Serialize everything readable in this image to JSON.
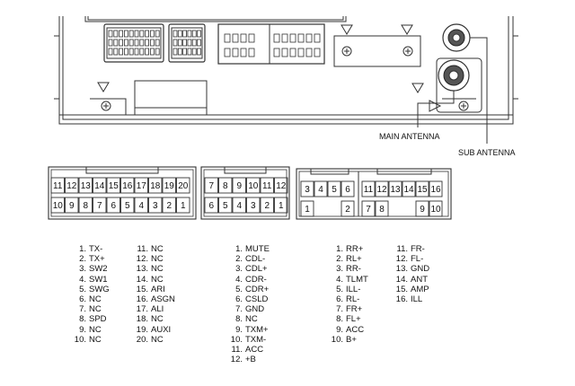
{
  "antenna_labels": {
    "main": "MAIN ANTENNA",
    "sub": "SUB ANTENNA"
  },
  "connectors": [
    {
      "id": "conn-a",
      "top_row": [
        "11",
        "12",
        "13",
        "14",
        "15",
        "16",
        "17",
        "18",
        "19",
        "20"
      ],
      "bottom_row": [
        "10",
        "9",
        "8",
        "7",
        "6",
        "5",
        "4",
        "3",
        "2",
        "1"
      ]
    },
    {
      "id": "conn-b",
      "top_row": [
        "7",
        "8",
        "9",
        "10",
        "11",
        "12"
      ],
      "bottom_row": [
        "6",
        "5",
        "4",
        "3",
        "2",
        "1"
      ]
    },
    {
      "id": "conn-c",
      "top_row": [
        "3",
        "4",
        "5",
        "6"
      ],
      "bottom_row": [
        "1",
        "2"
      ]
    },
    {
      "id": "conn-d",
      "top_row": [
        "11",
        "12",
        "13",
        "14",
        "15",
        "16"
      ],
      "bottom_row": [
        "7",
        "8",
        "9",
        "10"
      ]
    }
  ],
  "pin_lists": [
    {
      "group": "conn-a",
      "pins": [
        {
          "n": "1.",
          "s": "TX-"
        },
        {
          "n": "2.",
          "s": "TX+"
        },
        {
          "n": "3.",
          "s": "SW2"
        },
        {
          "n": "4.",
          "s": "SW1"
        },
        {
          "n": "5.",
          "s": "SWG"
        },
        {
          "n": "6.",
          "s": "NC"
        },
        {
          "n": "7.",
          "s": "NC"
        },
        {
          "n": "8.",
          "s": "SPD"
        },
        {
          "n": "9.",
          "s": "NC"
        },
        {
          "n": "10.",
          "s": "NC"
        }
      ]
    },
    {
      "group": "conn-a-b",
      "pins": [
        {
          "n": "11.",
          "s": "NC"
        },
        {
          "n": "12.",
          "s": "NC"
        },
        {
          "n": "13.",
          "s": "NC"
        },
        {
          "n": "14.",
          "s": "NC"
        },
        {
          "n": "15.",
          "s": "ARI"
        },
        {
          "n": "16.",
          "s": "ASGN"
        },
        {
          "n": "17.",
          "s": "ALI"
        },
        {
          "n": "18.",
          "s": "NC"
        },
        {
          "n": "19.",
          "s": "AUXI"
        },
        {
          "n": "20.",
          "s": "NC"
        }
      ]
    },
    {
      "group": "conn-b",
      "pins": [
        {
          "n": "1.",
          "s": "MUTE"
        },
        {
          "n": "2.",
          "s": "CDL-"
        },
        {
          "n": "3.",
          "s": "CDL+"
        },
        {
          "n": "4.",
          "s": "CDR-"
        },
        {
          "n": "5.",
          "s": "CDR+"
        },
        {
          "n": "6.",
          "s": "CSLD"
        },
        {
          "n": "7.",
          "s": "GND"
        },
        {
          "n": "8.",
          "s": "NC"
        },
        {
          "n": "9.",
          "s": "TXM+"
        },
        {
          "n": "10.",
          "s": "TXM-"
        },
        {
          "n": "11.",
          "s": "ACC"
        },
        {
          "n": "12.",
          "s": "+B"
        }
      ]
    },
    {
      "group": "conn-c",
      "pins": [
        {
          "n": "1.",
          "s": "RR+"
        },
        {
          "n": "2.",
          "s": "RL+"
        },
        {
          "n": "3.",
          "s": "RR-"
        },
        {
          "n": "4.",
          "s": "TLMT"
        },
        {
          "n": "5.",
          "s": "ILL-"
        },
        {
          "n": "6.",
          "s": "RL-"
        },
        {
          "n": "7.",
          "s": "FR+"
        },
        {
          "n": "8.",
          "s": "FL+"
        },
        {
          "n": "9.",
          "s": "ACC"
        },
        {
          "n": "10.",
          "s": "B+"
        }
      ]
    },
    {
      "group": "conn-d",
      "pins": [
        {
          "n": "11.",
          "s": "FR-"
        },
        {
          "n": "12.",
          "s": "FL-"
        },
        {
          "n": "13.",
          "s": "GND"
        },
        {
          "n": "14.",
          "s": "ANT"
        },
        {
          "n": "15.",
          "s": "AMP"
        },
        {
          "n": "16.",
          "s": "ILL"
        }
      ]
    }
  ]
}
